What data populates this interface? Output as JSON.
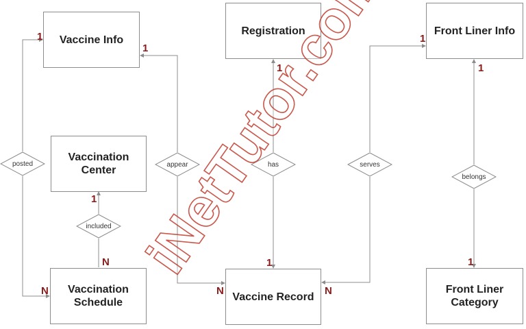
{
  "entities": {
    "vaccine_info": "Vaccine Info",
    "registration": "Registration",
    "front_liner_info": "Front Liner Info",
    "vaccination_center_l1": "Vaccination",
    "vaccination_center_l2": "Center",
    "vaccination_schedule_l1": "Vaccination",
    "vaccination_schedule_l2": "Schedule",
    "vaccine_record": "Vaccine Record",
    "front_liner_category_l1": "Front Liner",
    "front_liner_category_l2": "Category"
  },
  "relationships": {
    "posted": "posted",
    "appear": "appear",
    "has": "has",
    "serves": "serves",
    "belongs": "belongs",
    "included": "included"
  },
  "cardinalities": {
    "vaccine_info_posted": "1",
    "vaccine_info_appear": "1",
    "registration_has": "1",
    "front_liner_info_serves": "1",
    "front_liner_info_belongs": "1",
    "center_included": "1",
    "schedule_included": "N",
    "schedule_posted": "N",
    "record_appear": "N",
    "record_has": "1",
    "record_serves": "N",
    "category_belongs": "1"
  },
  "watermark": "iNetTutor.com",
  "colors": {
    "line": "#8c8c8c",
    "border": "#8c8c8c",
    "cardinality": "#8b1a1a",
    "watermark_stroke": "#c0392b"
  }
}
